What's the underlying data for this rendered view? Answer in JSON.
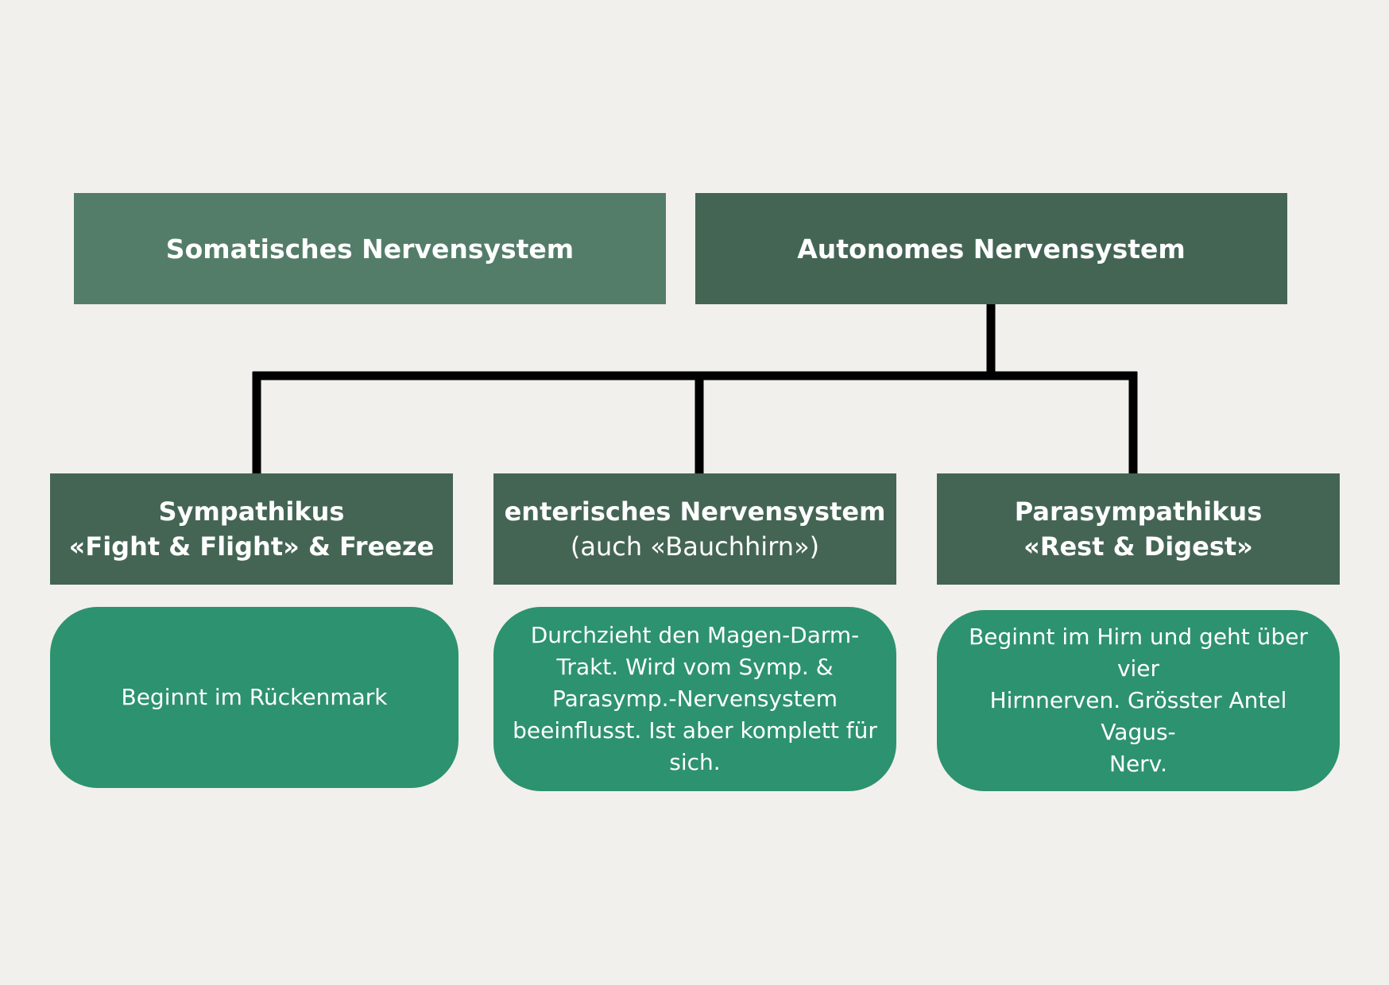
{
  "top": {
    "somatic": "Somatisches Nervensystem",
    "autonomic": "Autonomes Nervensystem"
  },
  "branches": {
    "sympathikus": {
      "line1": "Sympathikus",
      "line2": "«Fight & Flight» & Freeze",
      "description": "Beginnt im Rückenmark"
    },
    "enteric": {
      "line1": "enterisches Nervensystem",
      "line2": "(auch «Bauchhirn»)",
      "description_lines": [
        "Durchzieht den Magen-Darm-",
        "Trakt. Wird  vom Symp. &",
        "Parasymp.-Nervensystem",
        "beeinflusst. Ist aber komplett für",
        "sich."
      ]
    },
    "parasympathikus": {
      "line1": "Parasympathikus",
      "line2": "«Rest & Digest»",
      "description_lines": [
        "Beginnt im Hirn und geht über vier",
        "Hirnnerven. Grösster Antel Vagus-",
        "Nerv."
      ]
    }
  },
  "colors": {
    "background": "#f1f0ec",
    "somatic_box": "#547d69",
    "dark_box": "#446554",
    "description_box": "#2d926f",
    "connector": "#000000"
  }
}
